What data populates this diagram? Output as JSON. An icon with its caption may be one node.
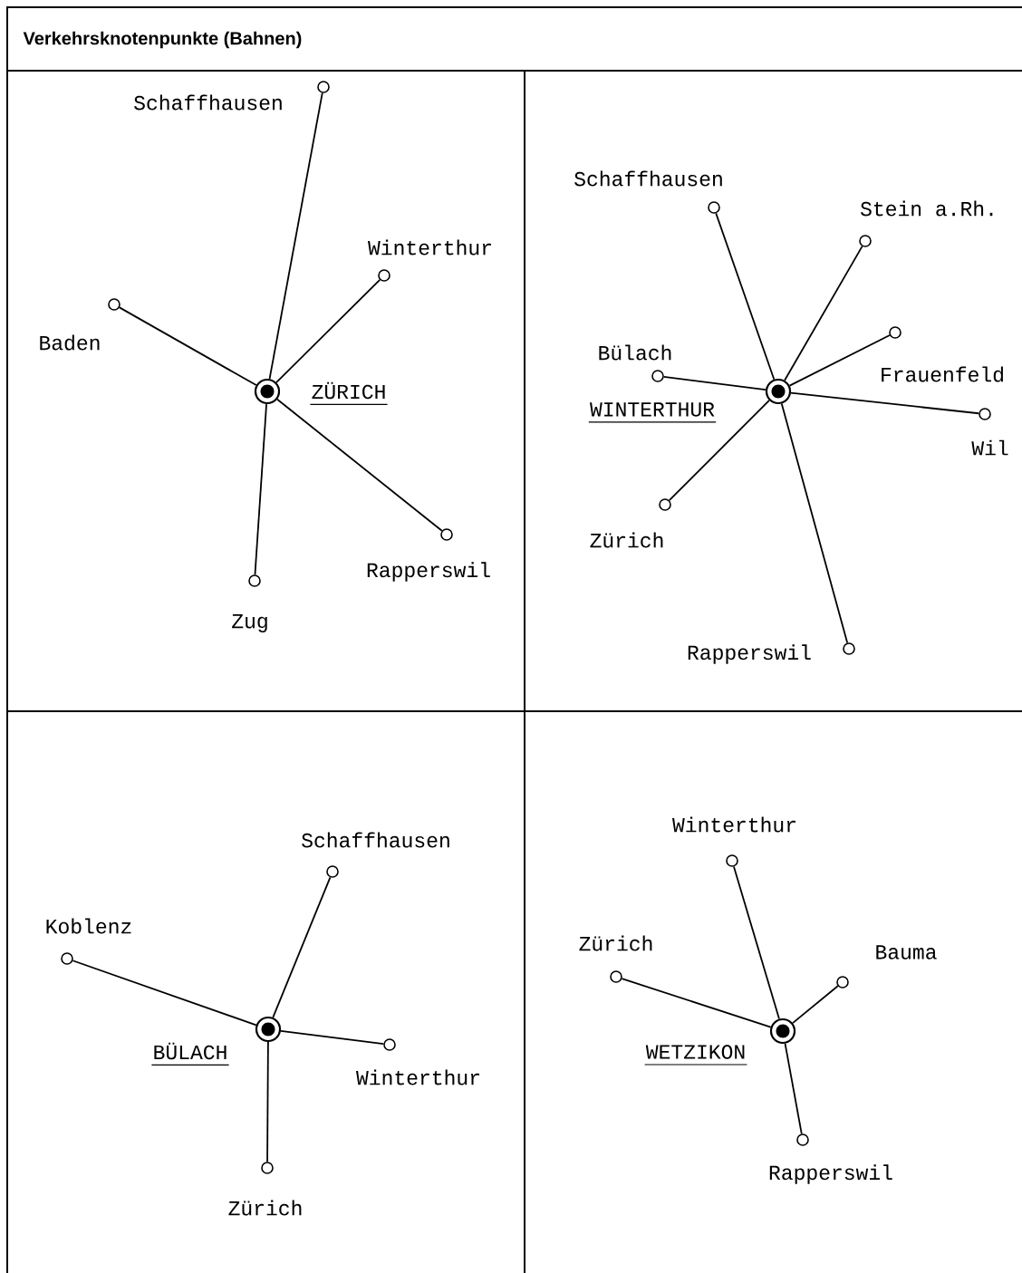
{
  "diagram": {
    "title": "Verkehrsknotenpunkte (Bahnen)",
    "nodes": [
      {
        "text": [],
        "shape": "circle"
      },
      {
        "text": [],
        "shape": "circle",
        "beside": [
          "Schaffhausen"
        ]
      },
      {
        "text": [],
        "shape": "circle",
        "beside": [
          "Winterthur"
        ]
      },
      {
        "text": [],
        "shape": "circle",
        "beside": [
          "Baden"
        ]
      },
      {
        "text": [],
        "shape": "circle",
        "beside": [
          "Rapperswil"
        ]
      },
      {
        "text": [],
        "shape": "circle",
        "beside": [
          "Zug"
        ]
      },
      {
        "text": [],
        "shape": "circle"
      },
      {
        "text": [],
        "shape": "circle",
        "beside": [
          "Schaffhausen"
        ]
      },
      {
        "text": [],
        "shape": "circle",
        "beside": [
          "Stein a.Rh."
        ]
      },
      {
        "text": [],
        "shape": "circle",
        "beside": [
          "Bülach"
        ]
      },
      {
        "text": [],
        "shape": "circle",
        "beside": [
          "Frauenfeld"
        ]
      },
      {
        "text": [],
        "shape": "circle",
        "beside": [
          "Wil"
        ]
      },
      {
        "text": [],
        "shape": "circle",
        "beside": [
          "Zürich"
        ]
      },
      {
        "text": [],
        "shape": "circle",
        "beside": [
          "Rapperswil"
        ]
      },
      {
        "text": [],
        "shape": "circle"
      },
      {
        "text": [],
        "shape": "circle",
        "beside": [
          "Schaffhausen"
        ]
      },
      {
        "text": [],
        "shape": "circle",
        "beside": [
          "Koblenz"
        ]
      },
      {
        "text": [],
        "shape": "circle",
        "beside": [
          "Winterthur"
        ]
      },
      {
        "text": [],
        "shape": "circle",
        "beside": [
          "Zürich"
        ]
      },
      {
        "text": [],
        "shape": "circle"
      },
      {
        "text": [],
        "shape": "circle",
        "beside": [
          "Winterthur"
        ]
      },
      {
        "text": [],
        "shape": "circle",
        "beside": [
          "Zürich"
        ]
      },
      {
        "text": [],
        "shape": "circle",
        "beside": [
          "Bauma"
        ]
      },
      {
        "text": [],
        "shape": "circle",
        "beside": [
          "Rapperswil"
        ]
      }
    ],
    "edges": [
      {
        "from": 0,
        "to": 1,
        "arrow": "none"
      },
      {
        "from": 0,
        "to": 2,
        "arrow": "none"
      },
      {
        "from": 0,
        "to": 3,
        "arrow": "none"
      },
      {
        "from": 0,
        "to": 4,
        "arrow": "none"
      },
      {
        "from": 0,
        "to": 5,
        "arrow": "none"
      },
      {
        "from": 6,
        "to": 7,
        "arrow": "none"
      },
      {
        "from": 6,
        "to": 8,
        "arrow": "none"
      },
      {
        "from": 6,
        "to": 9,
        "arrow": "none"
      },
      {
        "from": 6,
        "to": 10,
        "arrow": "none"
      },
      {
        "from": 6,
        "to": 11,
        "arrow": "none"
      },
      {
        "from": 6,
        "to": 12,
        "arrow": "none"
      },
      {
        "from": 6,
        "to": 13,
        "arrow": "none"
      },
      {
        "from": 14,
        "to": 15,
        "arrow": "none"
      },
      {
        "from": 14,
        "to": 16,
        "arrow": "none"
      },
      {
        "from": 14,
        "to": 17,
        "arrow": "none"
      },
      {
        "from": 14,
        "to": 18,
        "arrow": "none"
      },
      {
        "from": 19,
        "to": 20,
        "arrow": "none"
      },
      {
        "from": 19,
        "to": 21,
        "arrow": "none"
      },
      {
        "from": 19,
        "to": 22,
        "arrow": "none"
      },
      {
        "from": 19,
        "to": 23,
        "arrow": "none"
      }
    ],
    "labels": [
      "ZÜRICH",
      "WINTERTHUR",
      "BÜLACH",
      "WETZIKON"
    ]
  }
}
